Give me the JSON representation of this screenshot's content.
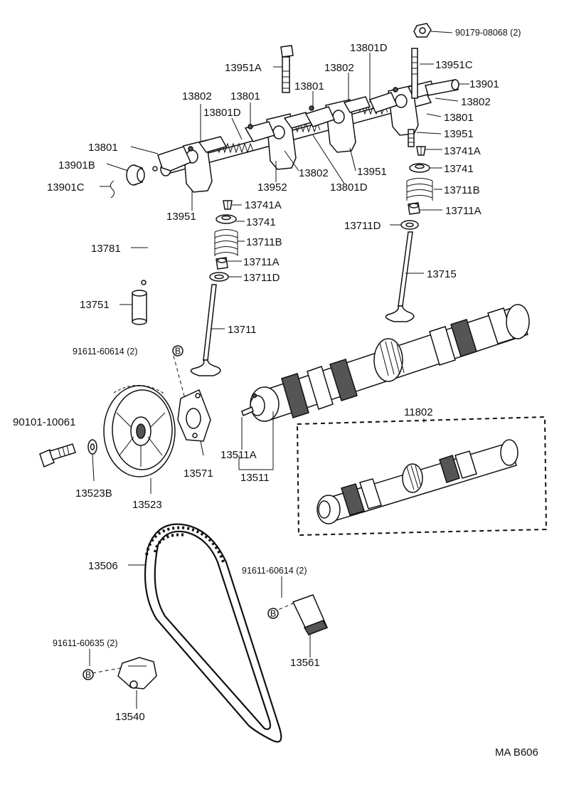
{
  "labels": {
    "p90179_08068": "90179-08068 (2)",
    "p13951A": "13951A",
    "p13801D_top": "13801D",
    "p13951C": "13951C",
    "p13802_top": "13802",
    "p13901": "13901",
    "p13802_r": "13802",
    "p13801_r": "13801",
    "p13951_r": "13951",
    "p13802_l": "13802",
    "p13801_l": "13801",
    "p13801_m": "13801",
    "p13801D_l": "13801D",
    "p13741A_r": "13741A",
    "p13801_ll": "13801",
    "p13901B": "13901B",
    "p13901C": "13901C",
    "p13802_m": "13802",
    "p13951_m": "13951",
    "p13741_r": "13741",
    "p13952": "13952",
    "p13801D_m": "13801D",
    "p13711B_r": "13711B",
    "p13951_l": "13951",
    "p13741A_l": "13741A",
    "p13711A_r": "13711A",
    "p13741_l": "13741",
    "p13711D_r": "13711D",
    "p13711B_l": "13711B",
    "p13781": "13781",
    "p13711A_l": "13711A",
    "p13715": "13715",
    "p13711D_l": "13711D",
    "p13751": "13751",
    "p13711": "13711",
    "p91611_60614_top": "91611-60614 (2)",
    "p90101_10061": "90101-10061",
    "p11802": "11802",
    "p13511A": "13511A",
    "p13571": "13571",
    "p13511": "13511",
    "p13523B": "13523B",
    "p13523": "13523",
    "p13506": "13506",
    "p91611_60614_bot": "91611-60614 (2)",
    "p91611_60635": "91611-60635 (2)",
    "p13561": "13561",
    "p13540": "13540",
    "b_mark_1": "B",
    "b_mark_2": "B",
    "b_mark_3": "B"
  },
  "footer_code": "MA  B606"
}
